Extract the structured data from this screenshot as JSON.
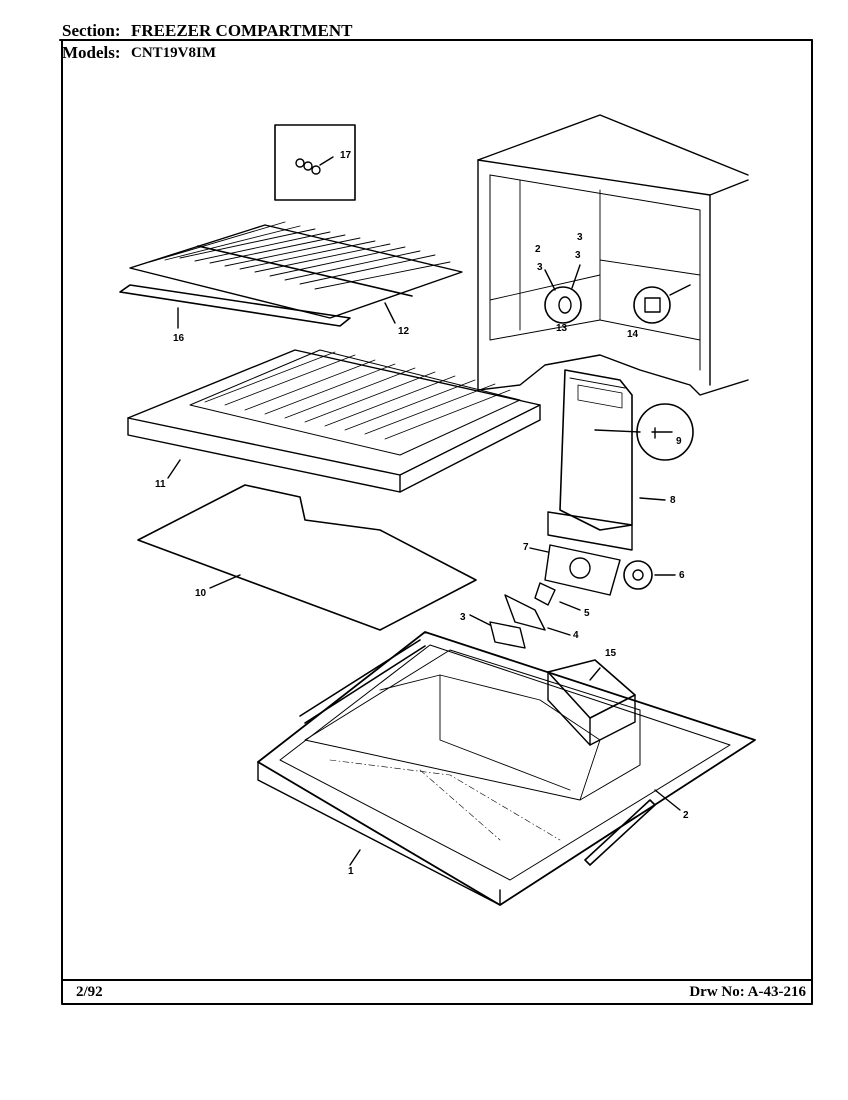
{
  "header": {
    "section_label": "Section:",
    "section_value": "FREEZER COMPARTMENT",
    "models_label": "Models:",
    "models_value": "CNT19V8IM"
  },
  "footer": {
    "date": "2/92",
    "drawing_number": "Drw No: A-43-216"
  },
  "callouts": {
    "c1": "1",
    "c2": "2",
    "c3": "3",
    "c4": "4",
    "c5": "5",
    "c6": "6",
    "c7": "7",
    "c8": "8",
    "c9": "9",
    "c10": "10",
    "c11": "11",
    "c12": "12",
    "c13": "13",
    "c14": "14",
    "c15": "15",
    "c16": "16",
    "c17": "17",
    "c2_detail": "2",
    "c3_detail_a": "3",
    "c3_detail_b": "3",
    "c3_detail_c": "3"
  }
}
